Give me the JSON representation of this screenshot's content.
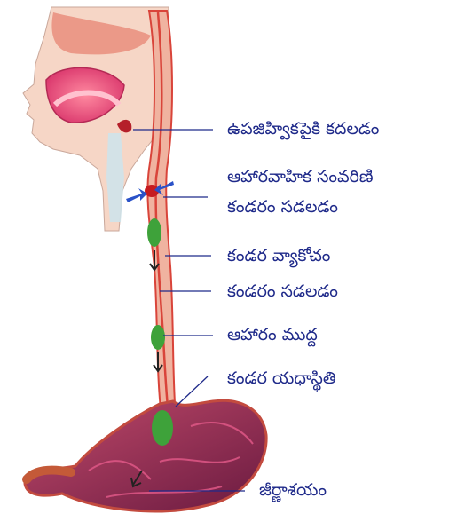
{
  "labels": {
    "epiglottis": "ఉపజిహ్వికపైకి కదలడం",
    "sphincter": "ఆహారవాహిక సంవరిణి",
    "relax_top": "కండరం సడలడం",
    "contraction": "కండర వ్యాకోచం",
    "relax_mid": "కండరం సడలడం",
    "bolus": "ఆహారం ముద్ద",
    "normal_state": "కండర యధాస్థితి",
    "stomach": "జీర్ణాశయం"
  },
  "colors": {
    "label_text": "#1f2a8a",
    "tissue": "#f2b9a6",
    "tract": "#d9443a",
    "bolus": "#3ea23a",
    "arrow": "#2a52c8",
    "stomach_lining": "#7a1e4a"
  }
}
